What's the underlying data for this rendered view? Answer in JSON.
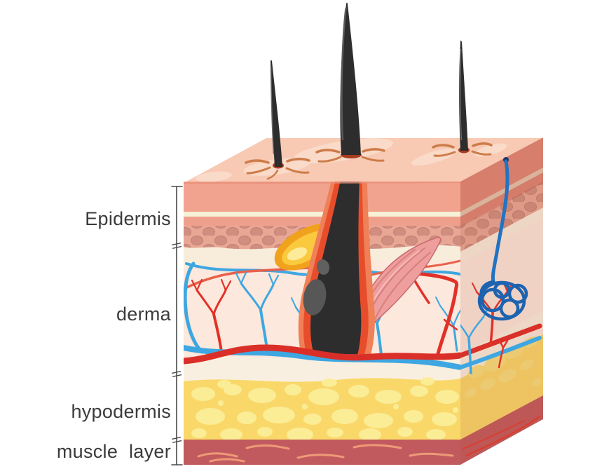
{
  "figure": {
    "type": "anatomical cross-section diagram",
    "subject": "human skin layers shown as a 3D block with hairs, follicle, gland, vessels and nerve"
  },
  "labels": {
    "epidermis": "Epidermis",
    "derma": "derma",
    "hypodermis": "hypodermis",
    "muscle_layer": "muscle layer"
  },
  "colors": {
    "background": "#ffffff",
    "top_surface": "#f8c9b3",
    "surface_highlight": "#fbdccb",
    "epidermis": "#f2a390",
    "cream_line": "#f6f1d7",
    "cell_layer_bg": "#e7a794",
    "cell_fill": "#d18e80",
    "derma": "#fce8dc",
    "cream_band": "#f8eddb",
    "cream_band_bottom": "#f9efe0",
    "hypodermis": "#f9d869",
    "fat_blob": "#fbec96",
    "muscle": "#c15a5e",
    "muscle_streak": "#ee9a78",
    "side_muscle_streak": "#e23c30",
    "vessel_red": "#e23128",
    "vessel_blue": "#3ea7e1",
    "artery": "#da2f28",
    "nerve": "#2273c2",
    "nerve_coil": "#1e63b0",
    "hair": "#2d2d2d",
    "follicle_sheath": "#e84d2b",
    "follicle_sheath_outer": "#ef8057",
    "sebaceous_gland": "#f1a21d",
    "sebaceous_gland_mid": "#fbc93e",
    "arrector_pili": "#ee9e9d",
    "pore_lines": "#cd7c49",
    "bracket": "#4a4a4a",
    "label_text": "#3b3b3b"
  },
  "structures": [
    "hair shafts",
    "hair follicle with bulb",
    "sebaceous gland",
    "arrector pili muscle",
    "capillary networks",
    "artery",
    "vein",
    "nerve fiber with receptor coil",
    "subcutaneous fat lobules",
    "muscle tissue"
  ]
}
